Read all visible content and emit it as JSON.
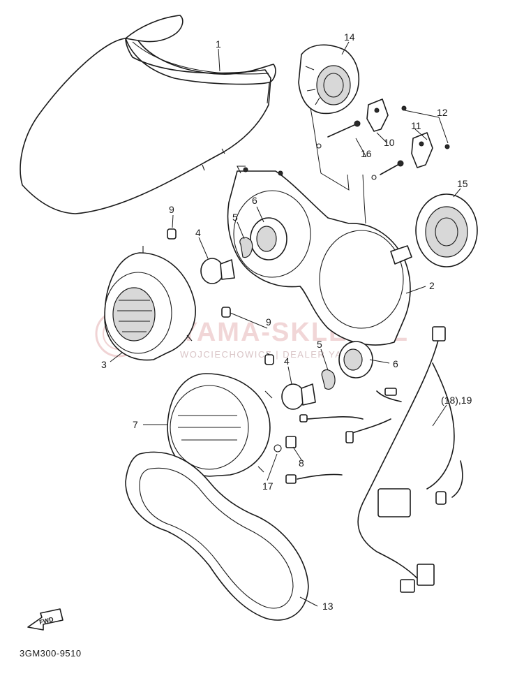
{
  "diagram_code": "3GM300-9510",
  "forward_label": "FWD",
  "watermark": {
    "line1": "YAMA-SKLEP.PL",
    "line2": "WOJCIECHOWICZ | DEALER YAMAHA"
  },
  "callouts": {
    "c1": "1",
    "c2": "2",
    "c3": "3",
    "c4a": "4",
    "c4b": "4",
    "c5a": "5",
    "c5b": "5",
    "c6a": "6",
    "c6b": "6",
    "c7": "7",
    "c8": "8",
    "c9a": "9",
    "c9b": "9",
    "c10": "10",
    "c11": "11",
    "c12": "12",
    "c13": "13",
    "c14": "14",
    "c15": "15",
    "c16": "16",
    "c17": "17",
    "c1819": "(18),19"
  }
}
